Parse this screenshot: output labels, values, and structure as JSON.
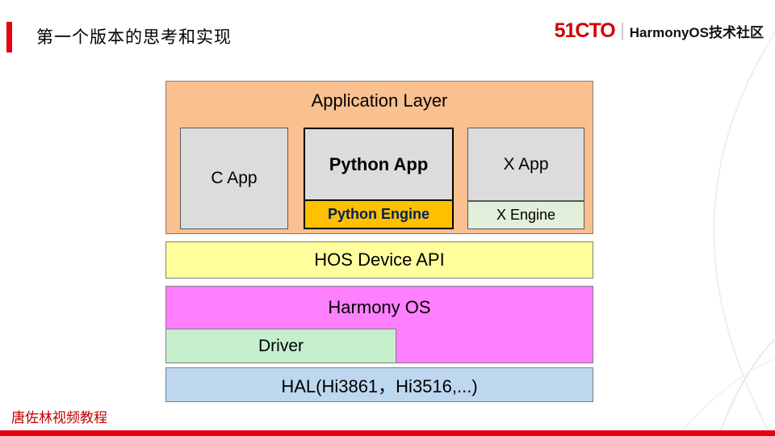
{
  "header": {
    "title": "第一个版本的思考和实现",
    "logo_text": "51CTO",
    "community": "HarmonyOS技术社区"
  },
  "diagram": {
    "application_layer": {
      "label": "Application Layer",
      "c_app_label": "C App",
      "python_app_label": "Python App",
      "python_engine_label": "Python Engine",
      "x_app_label": "X App",
      "x_engine_label": "X Engine"
    },
    "hos_device_api_label": "HOS Device API",
    "harmony_os_label": "Harmony OS",
    "driver_label": "Driver",
    "hal_label": "HAL(Hi3861，Hi3516,...)"
  },
  "footer": {
    "credit": "唐佐林视频教程"
  },
  "colors": {
    "accent_red": "#E60012",
    "logo_red": "#D40000",
    "application_layer_bg": "#FAC090",
    "app_box_bg": "#DCDCDC",
    "python_engine_bg": "#FFC000",
    "python_engine_text": "#002060",
    "x_engine_bg": "#E2EFDA",
    "hos_api_bg": "#FFFF9E",
    "harmony_os_bg": "#FF80FF",
    "driver_bg": "#C6EFCE",
    "hal_bg": "#BDD7EE"
  }
}
